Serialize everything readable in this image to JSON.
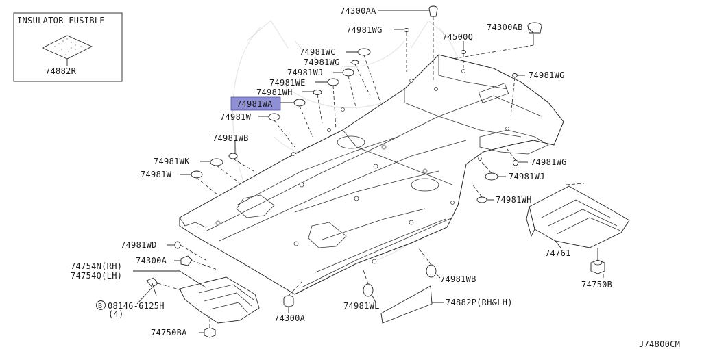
{
  "diagram": {
    "inset_title": "INSULATOR FUSIBLE",
    "inset_part": "74882R",
    "figure_code": "J74800CM",
    "highlighted_part": "74981WA",
    "colors": {
      "highlight": "#8f8fd6",
      "line": "#222222",
      "background": "#ffffff"
    },
    "labels": {
      "p74300AA": "74300AA",
      "p74981WG_top": "74981WG",
      "p74300AB": "74300AB",
      "p74500Q": "74500Q",
      "p74981WC": "74981WC",
      "p74981WG_2": "74981WG",
      "p74981WJ": "74981WJ",
      "p74981WE": "74981WE",
      "p74981WH": "74981WH",
      "p74981WA": "74981WA",
      "p74981W": "74981W",
      "p74981WB": "74981WB",
      "p74981WK": "74981WK",
      "p74981W_2": "74981W",
      "p74981WG_right": "74981WG",
      "p74981WG_right2": "74981WG",
      "p74981WJ_right": "74981WJ",
      "p74981WH_right": "74981WH",
      "p74761": "74761",
      "p74750B": "74750B",
      "p74981WD": "74981WD",
      "p74300A_left": "74300A",
      "p74754N": "74754N(RH)",
      "p74754Q": "74754Q(LH)",
      "p08146": "08146-6125H",
      "p08146_qty": "(4)",
      "p74981WB_bottom": "74981WB",
      "p74981WL": "74981WL",
      "p74882P": "74882P(RH&LH)",
      "p74300A_bottom": "74300A",
      "p74750BA": "74750BA"
    },
    "bolt_prefix": "B"
  }
}
